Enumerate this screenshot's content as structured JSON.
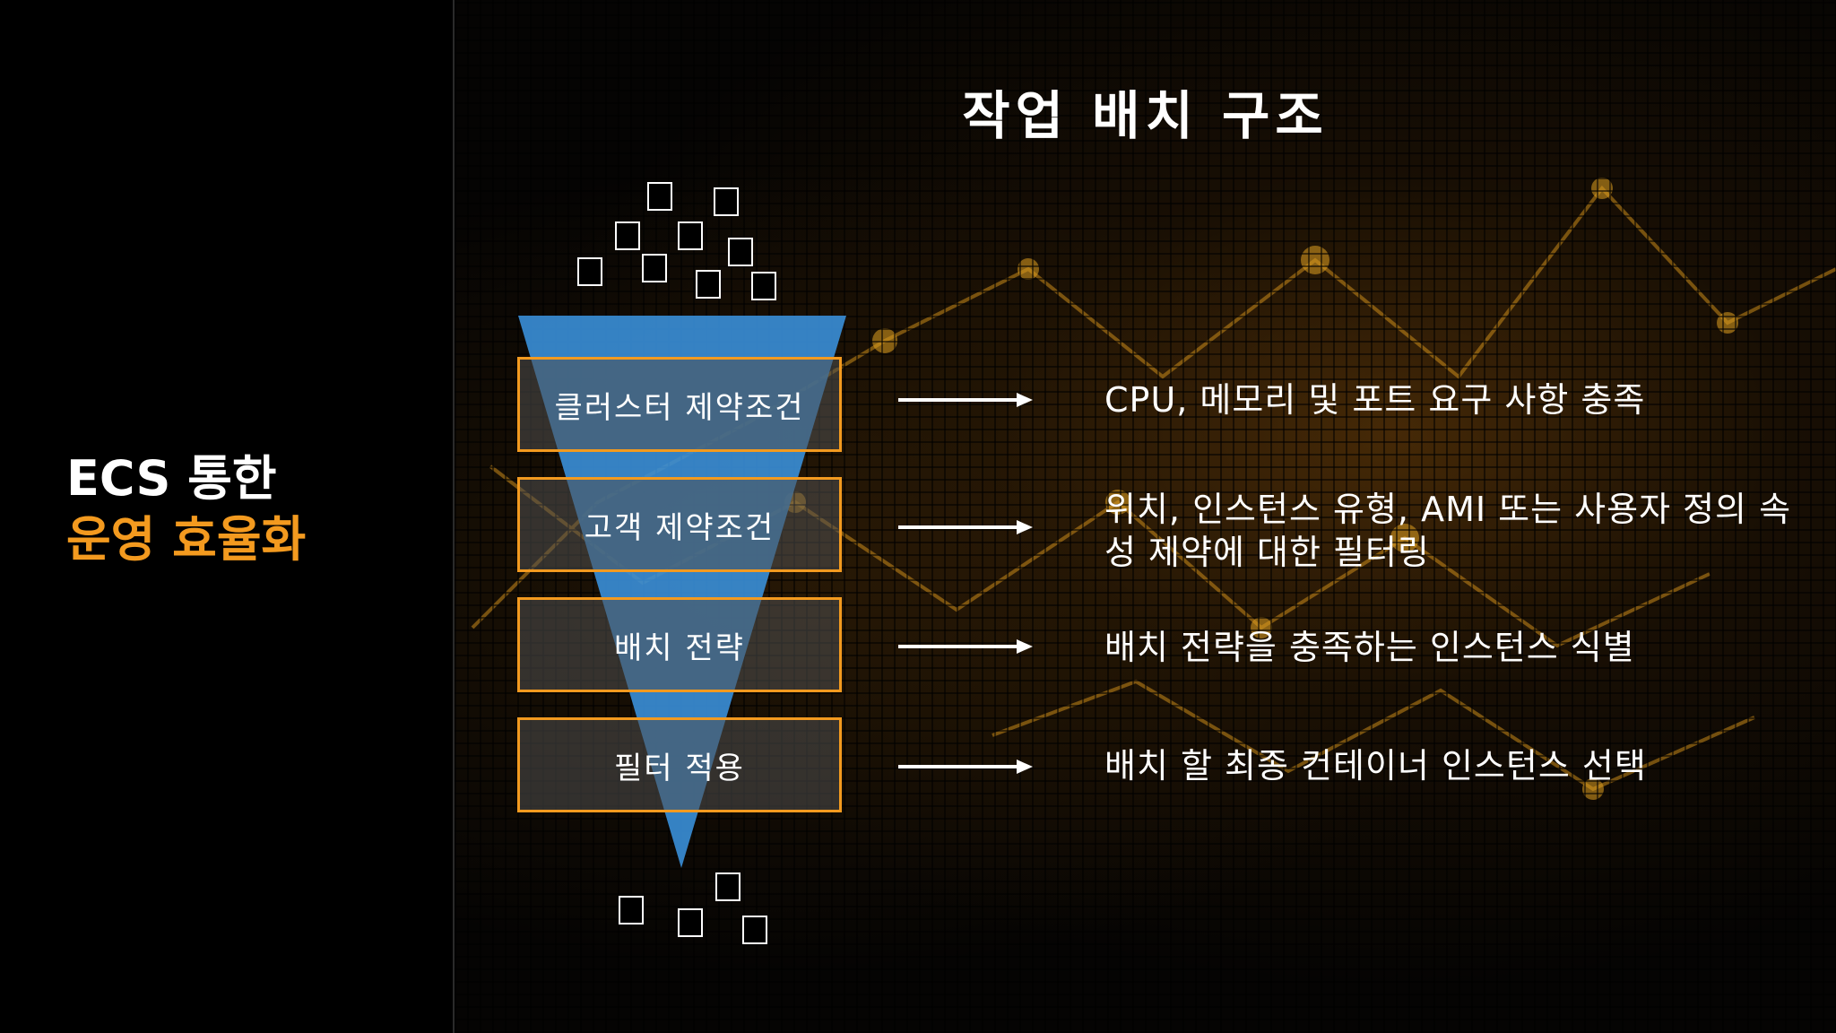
{
  "sidebar": {
    "title_line1": "ECS 통한",
    "title_line2": "운영 효율화",
    "accent_color": "#f39a1f"
  },
  "slide": {
    "title": "작업 배치 구조"
  },
  "funnel": {
    "stages": [
      {
        "label": "클러스터 제약조건",
        "description": "CPU, 메모리 및 포트 요구 사항 충족"
      },
      {
        "label": "고객 제약조건",
        "description": "위치, 인스턴스 유형, AMI 또는 사용자 정의 속성 제약에 대한 필터링"
      },
      {
        "label": "배치 전략",
        "description": "배치 전략을 충족하는 인스턴스 식별"
      },
      {
        "label": "필터 적용",
        "description": "배치 할 최종 컨테이너 인스턴스 선택"
      }
    ],
    "funnel_color": "#3a8fd8",
    "box_border_color": "#f39a1f"
  }
}
